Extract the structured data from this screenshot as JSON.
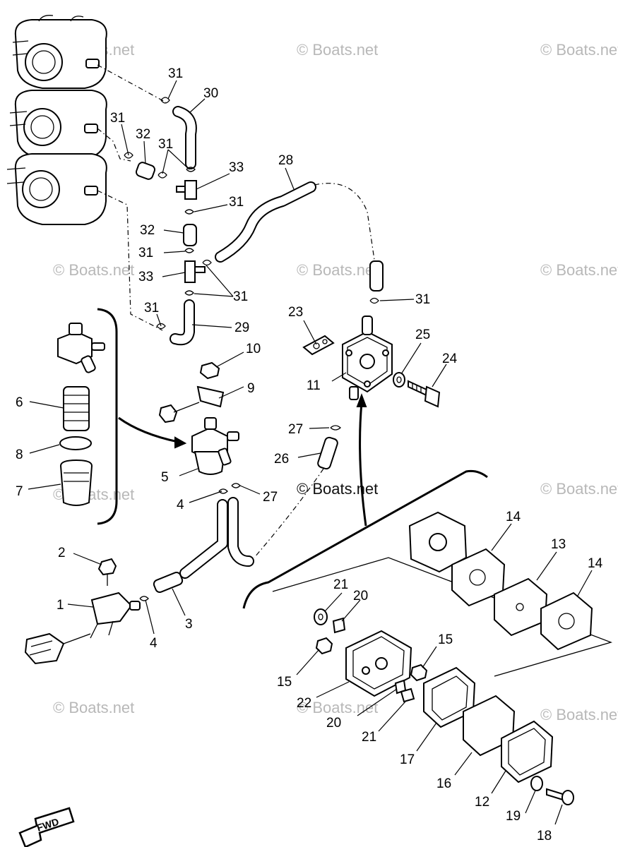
{
  "watermark": "© Boats.net",
  "fwd_label": "FWD",
  "callouts": {
    "p1": "1",
    "p2": "2",
    "p3": "3",
    "p4a": "4",
    "p4b": "4",
    "p5": "5",
    "p6": "6",
    "p7": "7",
    "p8": "8",
    "p9": "9",
    "p10": "10",
    "p11": "11",
    "p12": "12",
    "p13": "13",
    "p14a": "14",
    "p14b": "14",
    "p15a": "15",
    "p15b": "15",
    "p16": "16",
    "p17": "17",
    "p18": "18",
    "p19": "19",
    "p20a": "20",
    "p20b": "20",
    "p21a": "21",
    "p21b": "21",
    "p22": "22",
    "p23": "23",
    "p24": "24",
    "p25": "25",
    "p26": "26",
    "p27a": "27",
    "p27b": "27",
    "p28": "28",
    "p29": "29",
    "p30": "30",
    "p31a": "31",
    "p31b": "31",
    "p31c": "31",
    "p31d": "31",
    "p31e": "31",
    "p31f": "31",
    "p31g": "31",
    "p31h": "31",
    "p32a": "32",
    "p32b": "32",
    "p33a": "33",
    "p33b": "33"
  }
}
